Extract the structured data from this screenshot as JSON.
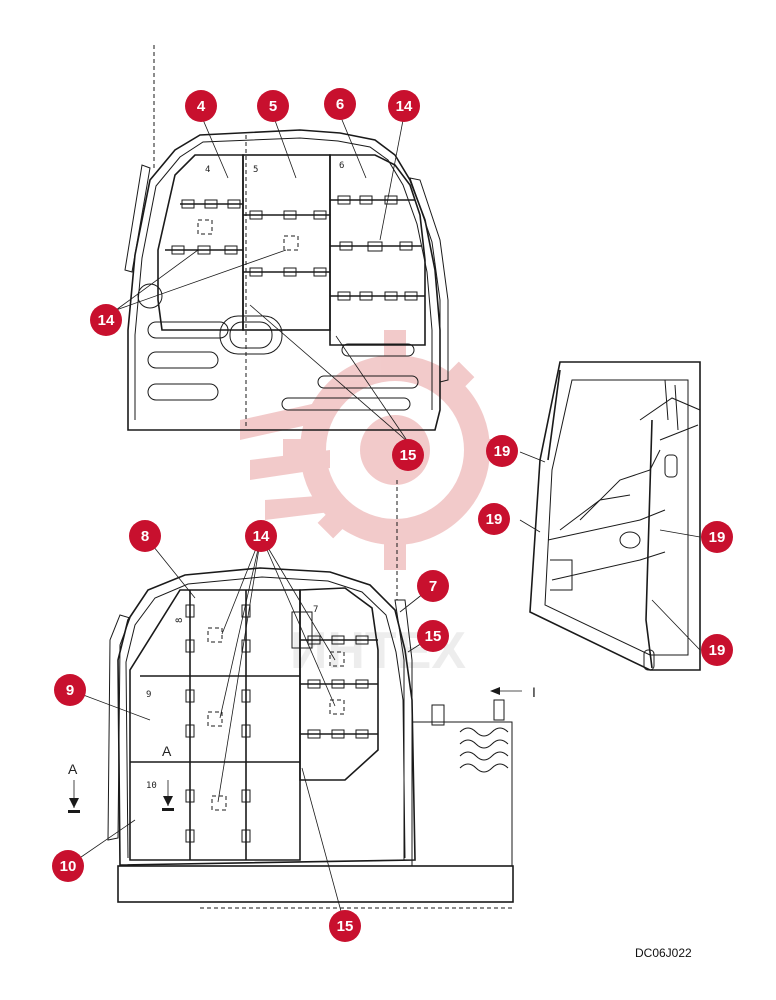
{
  "drawing_code": "DC06J022",
  "callouts": {
    "c4": "4",
    "c5": "5",
    "c6": "6",
    "c14_top": "14",
    "c14_left": "14",
    "c15_top": "15",
    "c8": "8",
    "c14_bottom": "14",
    "c7": "7",
    "c15_mid": "15",
    "c9": "9",
    "c10": "10",
    "c15_bottom": "15",
    "c19_a": "19",
    "c19_b": "19",
    "c19_c": "19",
    "c19_d": "19"
  },
  "panel_labels": {
    "p4": "4",
    "p5": "5",
    "p6": "6",
    "p7": "7",
    "p8": "8",
    "p9": "9",
    "p10": "10"
  },
  "view_labels": {
    "a_left": "A",
    "a_center": "A",
    "arrow_i": "I"
  },
  "watermark_text": "ИНТЕХ",
  "colors": {
    "callout": "#c8102e",
    "line": "#1a1a1a",
    "watermark": "#e8a0a0"
  }
}
